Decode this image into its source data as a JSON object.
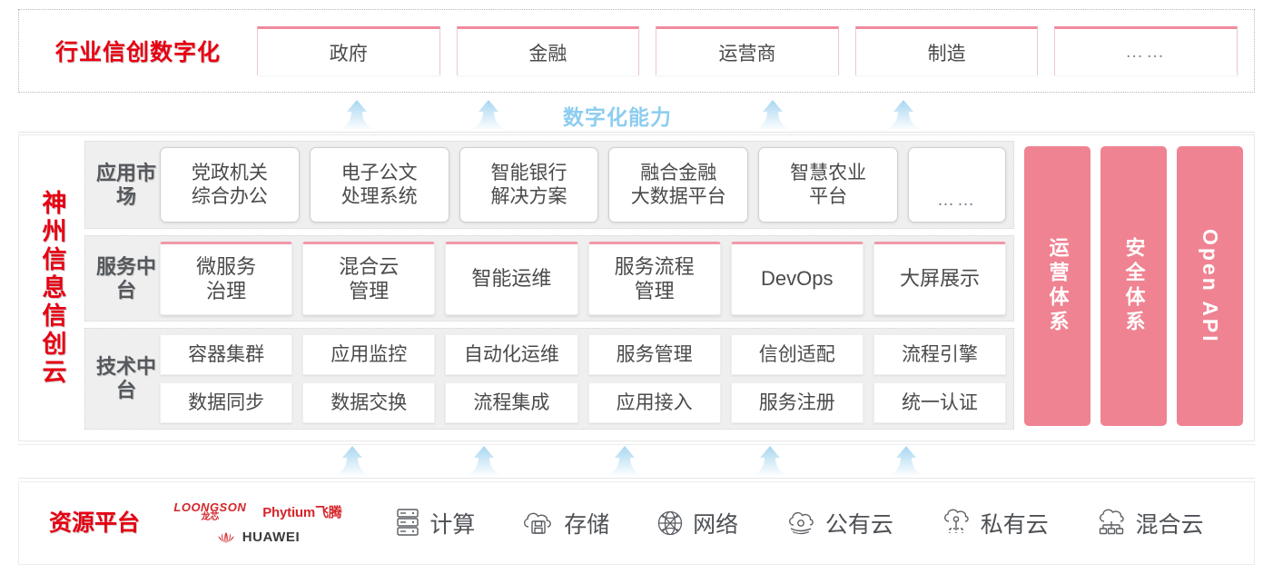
{
  "industry": {
    "title": "行业信创数字化",
    "cards": [
      {
        "label": "政府"
      },
      {
        "label": "金融"
      },
      {
        "label": "运营商"
      },
      {
        "label": "制造"
      },
      {
        "label": "……"
      }
    ]
  },
  "digital_capability_label": "数字化能力",
  "cloud": {
    "title": "神州信息信创云",
    "rows": [
      {
        "label": "应用市场",
        "cards": [
          {
            "label": "党政机关\n综合办公"
          },
          {
            "label": "电子公文\n处理系统"
          },
          {
            "label": "智能银行\n解决方案"
          },
          {
            "label": "融合金融\n大数据平台"
          },
          {
            "label": "智慧农业\n平台"
          },
          {
            "label": "……"
          }
        ]
      },
      {
        "label": "服务中台",
        "cards": [
          {
            "label": "微服务\n治理"
          },
          {
            "label": "混合云\n管理"
          },
          {
            "label": "智能运维"
          },
          {
            "label": "服务流程\n管理"
          },
          {
            "label": "DevOps"
          },
          {
            "label": "大屏展示"
          }
        ]
      },
      {
        "label": "技术中台",
        "rows": [
          [
            "容器集群",
            "应用监控",
            "自动化运维",
            "服务管理",
            "信创适配",
            "流程引擎"
          ],
          [
            "数据同步",
            "数据交换",
            "流程集成",
            "应用接入",
            "服务注册",
            "统一认证"
          ]
        ]
      }
    ],
    "pillars": [
      {
        "label": "运营体系"
      },
      {
        "label": "安全体系"
      },
      {
        "label": "Open API"
      }
    ]
  },
  "resource": {
    "title": "资源平台",
    "vendors": [
      {
        "name": "LOONGSON",
        "cn": "龙芯"
      },
      {
        "name": "Phytium飞腾"
      },
      {
        "name": "HUAWEI"
      }
    ],
    "items": [
      {
        "label": "计算",
        "icon": "server-icon"
      },
      {
        "label": "存储",
        "icon": "cloud-storage-icon"
      },
      {
        "label": "网络",
        "icon": "network-globe-icon"
      },
      {
        "label": "公有云",
        "icon": "public-cloud-icon"
      },
      {
        "label": "私有云",
        "icon": "private-cloud-icon"
      },
      {
        "label": "混合云",
        "icon": "hybrid-cloud-icon"
      }
    ]
  },
  "colors": {
    "brand_red": "#e60012",
    "pillar_pink": "#ef8392",
    "card_top_pink": "#f09aaa",
    "arrow_blue": "#b8ddf2",
    "capability_blue": "#8dcdf0"
  }
}
